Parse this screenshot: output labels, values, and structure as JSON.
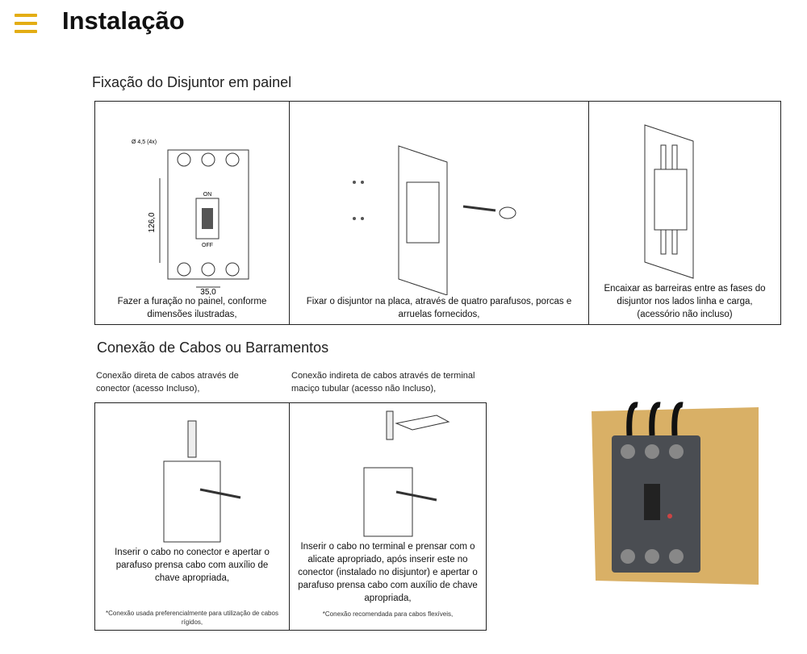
{
  "header": {
    "title": "Instalação",
    "menu_icon": "hamburger-icon",
    "accent": "#e3ad14"
  },
  "section1": {
    "title": "Fixação do Disjuntor em painel",
    "steps": [
      {
        "text": "Fazer a furação no painel, conforme dimensões ilustradas,",
        "dim_height": "126,0",
        "dim_width": "35,0",
        "dim_hole": "Ø 4,5 (4x)",
        "switch_on": "ON",
        "switch_off": "OFF"
      },
      {
        "text": "Fixar o disjuntor na placa, através de quatro parafusos, porcas e arruelas fornecidos,"
      },
      {
        "text": "Encaixar as barreiras entre as fases do disjuntor nos lados linha e carga, (acessório não incluso)"
      }
    ]
  },
  "section2": {
    "title": "Conexão de Cabos ou Barramentos",
    "options": [
      {
        "caption": "Conexão direta de cabos através de conector (acesso Incluso),",
        "text": "Inserir o cabo no conector e apertar o parafuso prensa cabo com auxílio de chave apropriada,",
        "note": "*Conexão usada preferencialmente para utilização de cabos rígidos,"
      },
      {
        "caption": "Conexão indireta de cabos através de terminal maciço tubular (acesso não Incluso),",
        "text": "Inserir o cabo no terminal e prensar com o alicate apropriado, após inserir este no conector (instalado no disjuntor) e apertar o parafuso prensa cabo com auxílio de chave apropriada,",
        "note": "*Conexão recomendada para cabos flexíveis,"
      }
    ]
  }
}
